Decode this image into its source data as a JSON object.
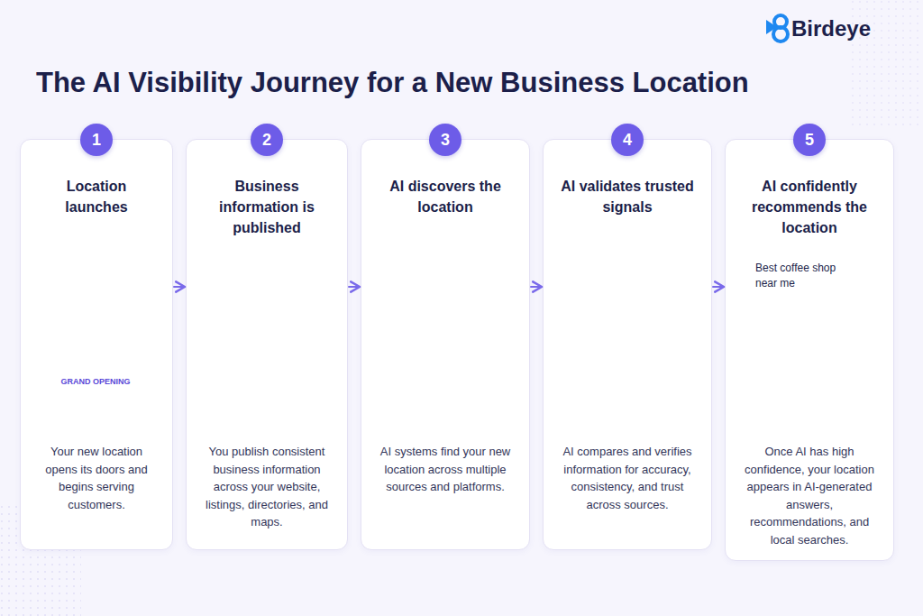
{
  "diagram": {
    "title": "The AI Visibility Journey for a New Business Location",
    "nodes": [
      {
        "text": [
          "Location launches",
          "Your new location opens its doors and begins serving customers."
        ]
      },
      {
        "text": [
          "1"
        ],
        "in": 0
      },
      {
        "text": [
          "Business information is published",
          "You publish consistent business information across your website, listings, directories, and maps."
        ]
      },
      {
        "text": [
          "2"
        ],
        "in": 2
      },
      {
        "text": [
          "AI discovers the location",
          "AI systems find your new location across multiple sources and platforms."
        ]
      },
      {
        "text": [
          "3"
        ],
        "in": 4
      },
      {
        "text": [
          "AI validates trusted signals",
          "AI compares and verifies information for accuracy, consistency, and trust across sources."
        ]
      },
      {
        "text": [
          "4"
        ],
        "in": 6
      },
      {
        "text": [
          "AI confidently recommends the location",
          "Once AI has high confidence, your location appears in AI-generated answers, recommendations, and local searches."
        ]
      },
      {
        "text": [
          "5"
        ],
        "in": 8
      }
    ],
    "edges": [
      {
        "from": 0,
        "to": 2,
        "arrow": "to"
      },
      {
        "from": 2,
        "to": 4,
        "arrow": "to"
      },
      {
        "from": 4,
        "to": 6,
        "arrow": "to"
      },
      {
        "from": 6,
        "to": 8,
        "arrow": "to"
      }
    ],
    "labels": [
      "Birdeye",
      "GRAND OPENING",
      "Best coffee shop near me"
    ]
  }
}
